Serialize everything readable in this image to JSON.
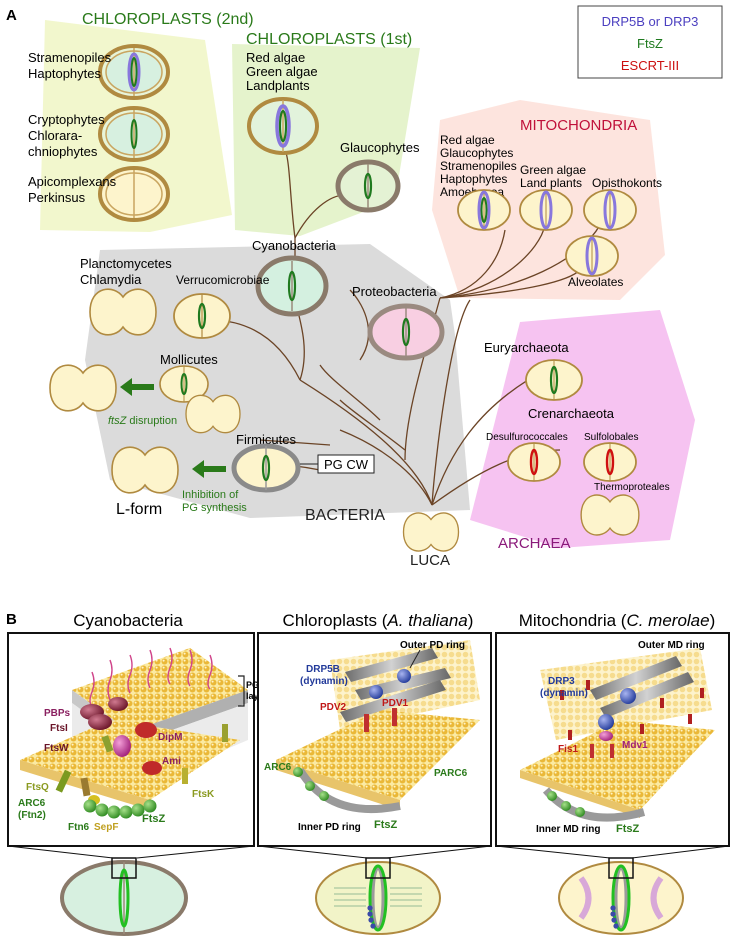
{
  "panel_a": {
    "label": "A",
    "legend": {
      "drp": "DRP5B or DRP3",
      "ftsz": "FtsZ",
      "escrt": "ESCRT-III",
      "colors": {
        "drp": "#5a4fc8",
        "ftsz": "#1f7a1f",
        "escrt": "#d01010"
      }
    },
    "groups": {
      "chloro2": "CHLOROPLASTS (2nd)",
      "chloro1": "CHLOROPLASTS (1st)",
      "mito": "MITOCHONDRIA",
      "bacteria": "BACTERIA",
      "archaea": "ARCHAEA",
      "luca": "LUCA"
    },
    "labels": {
      "stram": [
        "Stramenopiles",
        "Haptophytes"
      ],
      "crypto": [
        "Cryptophytes",
        "Chlorara-",
        "chniophytes"
      ],
      "apico": [
        "Apicomplexans",
        "Perkinsus"
      ],
      "red_green": [
        "Red algae",
        "Green algae",
        "Landplants"
      ],
      "glauco": "Glaucophytes",
      "cyano": "Cyanobacteria",
      "planc": [
        "Planctomycetes",
        "Chlamydia"
      ],
      "verruco": "Verrucomicrobiae",
      "proteo": "Proteobacteria",
      "mito_group1": [
        "Red algae",
        "Glaucophytes",
        "Stramenopiles",
        "Haptophytes",
        "Amoebozoa"
      ],
      "mito_group2": [
        "Green algae",
        "Land plants"
      ],
      "opistho": "Opisthokonts",
      "alveo": "Alveolates",
      "mollicutes": "Mollicutes",
      "ftsz_italic": "ftsZ",
      "disruption": " disruption",
      "firmicutes": "Firmicutes",
      "pgcw": "PG CW",
      "lform": "L-form",
      "inhibition": [
        "Inhibition of",
        "PG synthesis"
      ],
      "eury": "Euryarchaeota",
      "cren": "Crenarchaeota",
      "desulf": "Desulfurococcales",
      "sulfo": "Sulfolobales",
      "thermo": "Thermoproteales"
    }
  },
  "panel_b": {
    "label": "B",
    "cyano": {
      "title": "Cyanobacteria",
      "pg_layer": [
        "PG",
        "layer"
      ],
      "pbps": "PBPs",
      "ftsi": "FtsI",
      "ftsw": "FtsW",
      "dipm": "DipM",
      "ami": "Ami",
      "ftsq": "FtsQ",
      "arc6": [
        "ARC6",
        "(Ftn2)"
      ],
      "ftn6": "Ftn6",
      "sepf": "SepF",
      "ftsz": "FtsZ",
      "ftsk": "FtsK"
    },
    "chloro": {
      "title_pre": "Chloroplasts (",
      "title_it": "A. thaliana",
      "title_post": ")",
      "outer": "Outer PD ring",
      "drp5b": [
        "DRP5B",
        "(dynamin)"
      ],
      "pdv2": "PDV2",
      "pdv1": "PDV1",
      "arc6": "ARC6",
      "parc6": "PARC6",
      "inner": "Inner PD ring",
      "ftsz": "FtsZ"
    },
    "mito": {
      "title_pre": "Mitochondria (",
      "title_it": "C. merolae",
      "title_post": ")",
      "outer": "Outer MD ring",
      "drp3": [
        "DRP3",
        "(dynamin)"
      ],
      "fis1": "Fis1",
      "mdv1": "Mdv1",
      "inner": "Inner MD ring",
      "ftsz": "FtsZ"
    }
  }
}
